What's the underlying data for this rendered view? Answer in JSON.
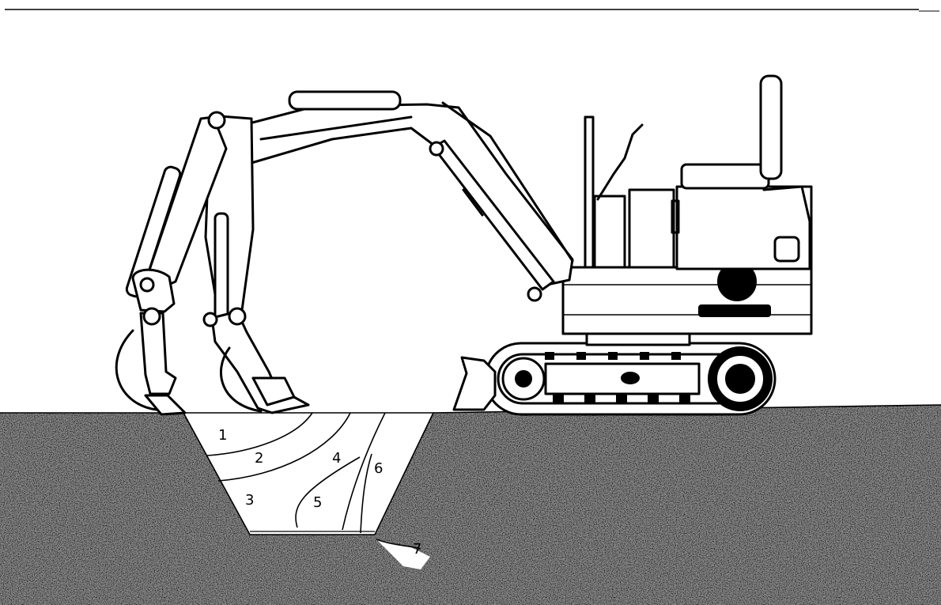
{
  "diagram": {
    "zone_labels": [
      "1",
      "2",
      "3",
      "4",
      "5",
      "6",
      "7"
    ]
  }
}
